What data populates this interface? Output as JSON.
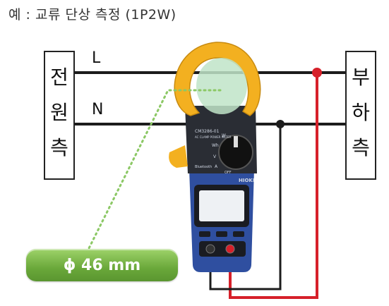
{
  "heading": "예 : 교류 단상 측정 (1P2W)",
  "source_label": [
    "전",
    "원",
    "측"
  ],
  "load_label": [
    "부",
    "하",
    "측"
  ],
  "line_L": "L",
  "line_N": "N",
  "diameter_badge": "ϕ 46 mm",
  "meter": {
    "brand": "HIOKI",
    "model": "CM3286-01",
    "model_sub": "AC CLAMP POWER METER",
    "dial_labels": [
      "W",
      "Wh",
      "V",
      "A",
      "OFF"
    ],
    "bluetooth_label": "Bluetooth"
  },
  "colors": {
    "clamp": "#f3b020",
    "meter_body": "#2f4fa0",
    "lead_red": "#d6202a",
    "lead_black": "#1c1c1c",
    "badge_green": "#6aa83a",
    "dotted_line": "#8cc865"
  }
}
